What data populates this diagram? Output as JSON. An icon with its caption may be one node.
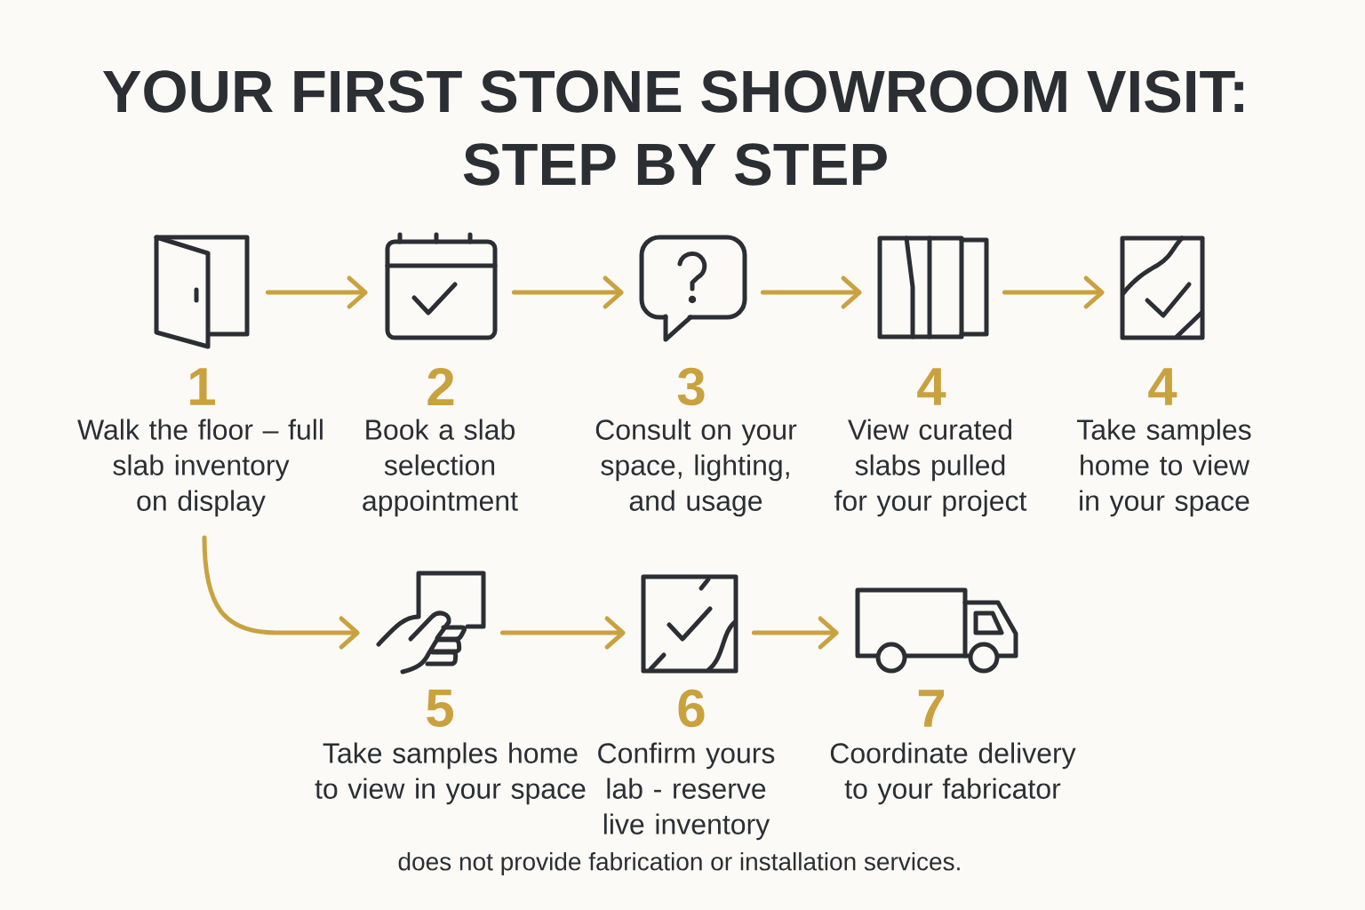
{
  "diagram": {
    "title": "YOUR FIRST STONE SHOWROOM VISIT: STEP BY STEP",
    "nodes": [
      {
        "text": [],
        "shape": "picture",
        "beside": [
          "1",
          "Walk the floor – full slab inventory on display"
        ]
      },
      {
        "text": [],
        "shape": "picture",
        "beside": [
          "2",
          "Book a slab selection appointment"
        ]
      },
      {
        "text": [],
        "shape": "picture",
        "beside": [
          "3",
          "Consult on your space, lighting, and usage"
        ]
      },
      {
        "text": [],
        "shape": "picture",
        "beside": [
          "4",
          "View curated slabs pulled for your project"
        ]
      },
      {
        "text": [],
        "shape": "picture",
        "beside": [
          "4",
          "Take samples home to view in your space"
        ]
      },
      {
        "text": [],
        "shape": "picture",
        "beside": [
          "5",
          "Take samples home to view in your space"
        ]
      },
      {
        "text": [],
        "shape": "picture",
        "beside": [
          "6",
          "Confirm yours lab - reserve live inventory"
        ]
      },
      {
        "text": [],
        "shape": "picture",
        "beside": [
          "7",
          "Coordinate delivery to your fabricator"
        ]
      }
    ],
    "edges": [
      {
        "from": 0,
        "to": 1,
        "arrow": "to"
      },
      {
        "from": 1,
        "to": 2,
        "arrow": "to"
      },
      {
        "from": 2,
        "to": 3,
        "arrow": "to"
      },
      {
        "from": 3,
        "to": 4,
        "arrow": "to"
      },
      {
        "from": null,
        "to": 5,
        "arrow": "to"
      },
      {
        "from": 5,
        "to": 6,
        "arrow": "to"
      },
      {
        "from": 6,
        "to": 7,
        "arrow": "to"
      }
    ],
    "caption": "does not provide fabrication or installation services."
  }
}
